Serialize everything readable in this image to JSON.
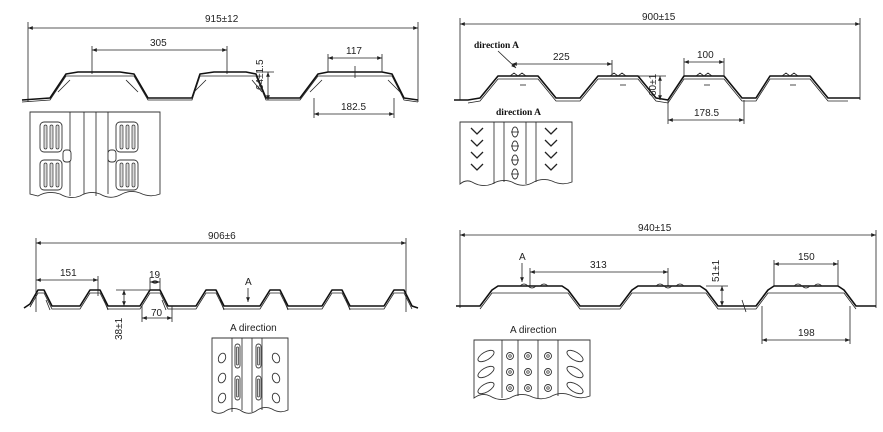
{
  "panels": [
    {
      "id": "profile-64",
      "overall": "915±12",
      "pitch": "305",
      "height": "64±1.5",
      "top_width": "117",
      "bottom_width": "182.5"
    },
    {
      "id": "profile-60",
      "overall": "900±15",
      "pitch": "225",
      "height": "60±1",
      "top_width": "100",
      "bottom_width": "178.5",
      "direction_label": "direction A",
      "direction_label_2": "direction A"
    },
    {
      "id": "profile-38",
      "overall": "906±6",
      "pitch": "151",
      "height": "38±1",
      "top_width": "19",
      "bottom_width": "70",
      "arrow_label": "A",
      "direction_label": "A direction"
    },
    {
      "id": "profile-51",
      "overall": "940±15",
      "pitch": "313",
      "height": "51±1",
      "top_width": "150",
      "bottom_width": "198",
      "arrow_label": "A",
      "direction_label": "A direction"
    }
  ]
}
